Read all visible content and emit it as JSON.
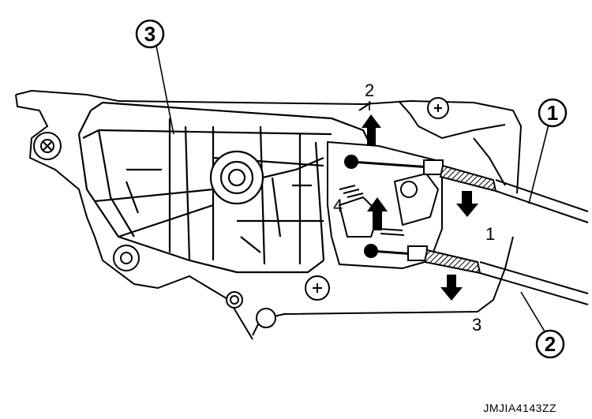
{
  "callouts": {
    "c1": "1",
    "c2": "2",
    "c3": "3"
  },
  "steps": {
    "s1": "1",
    "s2": "2",
    "s3": "3",
    "s4": "4"
  },
  "figure_code": "JMJIA4143ZZ"
}
